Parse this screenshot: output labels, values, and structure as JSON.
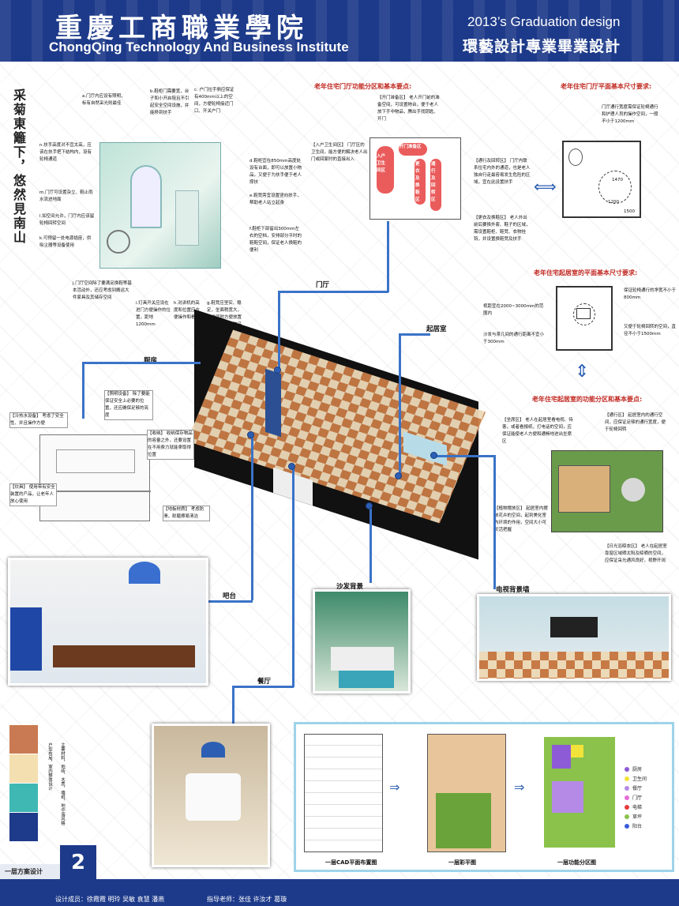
{
  "header": {
    "school_cn": "重慶工商職業學院",
    "school_en": "ChongQing Technology And Business Institute",
    "grad_en": "2013’s Graduation design",
    "grad_cn": "環藝設計專業畢業設計"
  },
  "poem": "采菊東籬下，悠然見南山",
  "bathroom_notes": [
    "a.门厅内应设有照明，标有自然采光则最佳",
    "b.鞋柜门需要宽，台子和小开启阻且不引起安全空间设施，并能移到扶手",
    "c. 户门拉手侧应保证有400mm以上的空间，方便轮椅接近门口、开关户门",
    "n.扶手高度对不宜太高，应该在扶手把下结构内，设有轮椅通道",
    "m.门厅可设置杂立、鞋止雨水流进地面",
    "l.如空间允许，门厅内应该留轮椅回转空间",
    "k.可预留一处电源插座，供吸尘器等设备使用",
    "d.鞋柜宜在850mm高度处设有台面，即可以放置小物品，又便于为扶手便于老人撑扶",
    "e.鞋凳旁宜设置竖向扶手，帮助老人站立起身",
    "f.鞋柜下部留出300mm左右的空档，安排部分平时的鞋鞋空间，保证老人换鞋的便利",
    "j.门厅空间除了要满足换鞋等基本活动外，还应考虑到搬运大件家具及其储存空间",
    "i.灯具开关应设在进门方便操作的位置，距地1200mm",
    "h.对讲机的高度和位置应方便操作和看",
    "g.鞋凳应坚实、稳定，坐面稍宽大，就坐同时方便放置拐杖和提包等物品"
  ],
  "entry_zone": {
    "title": "老年住宅门厅功能分区和基本要点:",
    "prep": "【开门准备区】 老人开门前的准备空间，可设置物台，便于老人放下手中物品，腾出手找钥匙、开门",
    "wc": "【入户卫生间区】 门厅区的卫生间，能方便的解决老人出门或回家时的直接出入",
    "pass": "【通行及回转区】 门厅内联系住宅内外的通道，也是老人独自行走最容易发生危险的区域，宜在此设置扶手",
    "change": "【更衣及换鞋区】 老人外出前后要换外套、鞋子的区域，需设置鞋柜、鞋凳、衣物挂钩，并设置换鞋凳及扶手",
    "plan_labels": [
      "入户卫生间区",
      "开门准备区",
      "更衣及换鞋区",
      "通行及回转区"
    ]
  },
  "entry_size": {
    "title": "老年住宅门厅平面基本尺寸要求:",
    "note": "门厅通行宽度需保证轮椅通行和护理人员的操作空间，一般不小于1200mm",
    "dims": [
      "1470",
      "1200",
      "1500"
    ]
  },
  "living_size": {
    "title": "老年住宅起居室的平面基本尺寸要求:",
    "a": "视距宜在2000~3000mm的范围内",
    "b": "沙发与茶几间的通行距离不宜小于300mm",
    "c": "保证轮椅通行的净宽不小于800mm",
    "d": "又便于轮椅回转的空间，直径不小于1500mm"
  },
  "living_zone": {
    "title": "老年住宅起居室的功能分区和基本要点:",
    "seat": "【坐席区】 老人在起居室看电视、待客，或者看报纸，打电话的空间，应保证能使老人方便和通畅地进出坐席区",
    "pass": "【通行区】 起居室内的通行空间，应保证足够的通行宽度，便于轮椅回转",
    "plant": "【植物摆放区】 起居室内摆放花卉的空间，起到美化室内环境的作用，空间大小可灵活把握",
    "sun": "【日光浴晾衣区】 老人在起居室靠窗区域晒太阳及晾晒的空间，应保证采光通风良好，视野开阔"
  },
  "kitchen_notes": {
    "fridge": "【冷热水设备】 考虑了安全性、并且操作方便",
    "light": "【照明设备】 除了要能保证安全上必要的位置，还应确保足够的亮度",
    "cabinet": "【收纳】 收纳保存物品的容量之外，还要设置在不用费力就能拿取得位置",
    "cookware": "【炊具】 使用带有安全装置的产品，让老年人放心使用",
    "floor": "【地板材质】 考虑防滑，耐磨擦易清洁"
  },
  "room_labels": {
    "foyer": "门厅",
    "kitchen": "厨房",
    "living": "起居室",
    "bar": "吧台",
    "sofa_wall": "沙发背景",
    "tv_wall": "电视背景墙",
    "dining": "餐厅"
  },
  "swatch_colors": [
    "#c97a52",
    "#f4dfb0",
    "#3fb7b3",
    "#1e3a8a"
  ],
  "swatch_text_a": "户型布局，室内整体设计",
  "swatch_text_b": "主要材料，地砖、木质，墙纸，地中海风格",
  "plans": {
    "cad": "一层CAD平面布置图",
    "color": "一层彩平图",
    "func": "一层功能分区图"
  },
  "func_legend": [
    {
      "label": "厨房",
      "color": "#8e5bd6"
    },
    {
      "label": "卫生间",
      "color": "#f2e33a"
    },
    {
      "label": "餐厅",
      "color": "#b48ae6"
    },
    {
      "label": "门厅",
      "color": "#e76bd6"
    },
    {
      "label": "电梯",
      "color": "#e53a3a"
    },
    {
      "label": "草坪",
      "color": "#8ac24b"
    },
    {
      "label": "阳台",
      "color": "#3a5bd9"
    }
  ],
  "footer": {
    "plan_label": "一层方案设计",
    "page_no": "2",
    "members": "设计成员：徐霞霞 明玲 吴敏 袁慧 潘燕",
    "advisor": "指导老师：张佳 许汝才 葛璇"
  }
}
